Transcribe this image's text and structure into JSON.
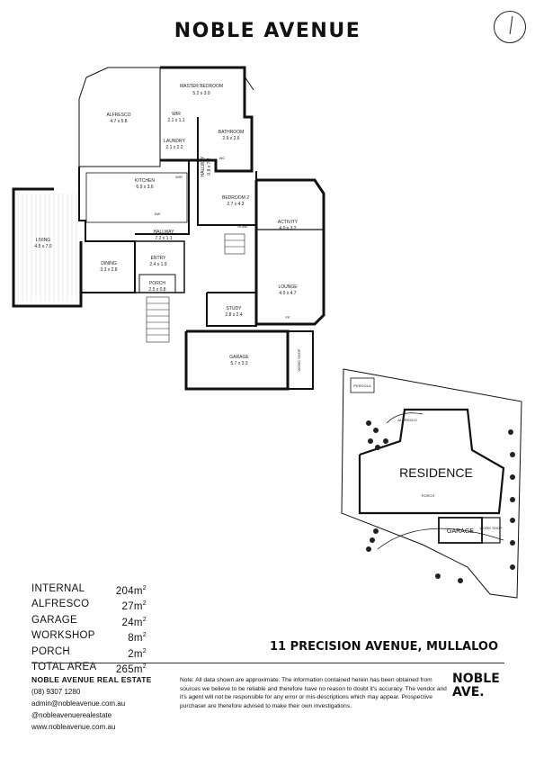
{
  "header": {
    "brand": "NOBLE AVENUE"
  },
  "rooms": {
    "master_bedroom": {
      "name": "MASTER BEDROOM",
      "size": "5.2 x 3.0"
    },
    "wir": {
      "name": "WIR",
      "size": "2.1 x 1.1"
    },
    "laundry": {
      "name": "LAUNDRY",
      "size": "2.1 x 2.2"
    },
    "bathroom": {
      "name": "BATHROOM",
      "size": "2.9 x 2.6"
    },
    "alfresco": {
      "name": "ALFRESCO",
      "size": "4.7 x 5.8"
    },
    "kitchen": {
      "name": "KITCHEN",
      "size": "6.9 x 3.6"
    },
    "hallway_vertical": {
      "name": "HALLWAY",
      "size": "0.9 x 7.2"
    },
    "bedroom2": {
      "name": "BEDROOM 2",
      "size": "2.7 x 4.2"
    },
    "activity": {
      "name": "ACTIVITY",
      "size": "4.0 x 3.2"
    },
    "living": {
      "name": "LIVING",
      "size": "4.5 x 7.0"
    },
    "hallway": {
      "name": "HALLWAY",
      "size": "7.2 x 1.1"
    },
    "dining": {
      "name": "DINING",
      "size": "3.3 x 2.8"
    },
    "entry": {
      "name": "ENTRY",
      "size": "2.4 x 1.9"
    },
    "porch": {
      "name": "PORCH",
      "size": "2.5 x 0.8"
    },
    "lounge": {
      "name": "LOUNGE",
      "size": "4.0 x 4.7"
    },
    "study": {
      "name": "STUDY",
      "size": "2.8 x 2.4"
    },
    "garage": {
      "name": "GARAGE",
      "size": "5.7 x 3.3"
    },
    "workshop": {
      "name": "WORK SHOP"
    }
  },
  "small_labels": {
    "wc": "WC",
    "wir_small": "WIR",
    "robe": "ROBE",
    "fp": "FP",
    "lin": "LIN",
    "dw": "DW"
  },
  "site_plan": {
    "residence": "RESIDENCE",
    "garage": "GARAGE",
    "pergola": "PERGOLA",
    "alfresco": "ALFRESCO",
    "porch": "PORCH",
    "workshop": "WORK SHOP"
  },
  "areas": [
    {
      "label": "INTERNAL",
      "value": "204",
      "unit": "m"
    },
    {
      "label": "ALFRESCO",
      "value": "27",
      "unit": "m"
    },
    {
      "label": "GARAGE",
      "value": "24",
      "unit": "m"
    },
    {
      "label": "WORKSHOP",
      "value": "8",
      "unit": "m"
    },
    {
      "label": "PORCH",
      "value": "2",
      "unit": "m"
    },
    {
      "label": "TOTAL AREA",
      "value": "265",
      "unit": "m"
    }
  ],
  "area_sup": "2",
  "address": "11 PRECISION AVENUE, MULLALOO",
  "agency": {
    "name": "NOBLE AVENUE REAL ESTATE",
    "phone": "(08) 9307 1280",
    "email": "admin@nobleavenue.com.au",
    "social": "@nobleavenuerealestate",
    "website": "www.nobleavenue.com.au"
  },
  "note": "Note: All data shown are approximate. The information contained herein has been obtained from sources we believe to be reliable and therefore have no reason to doubt it's accuracy. The vendor and it's agent will not be responsible for any error or mis-descriptions which may appear. Prospective purchaser are therefore advised to make their own investigations.",
  "footer_logo": {
    "line1": "NOBLE",
    "line2": "AVE."
  }
}
